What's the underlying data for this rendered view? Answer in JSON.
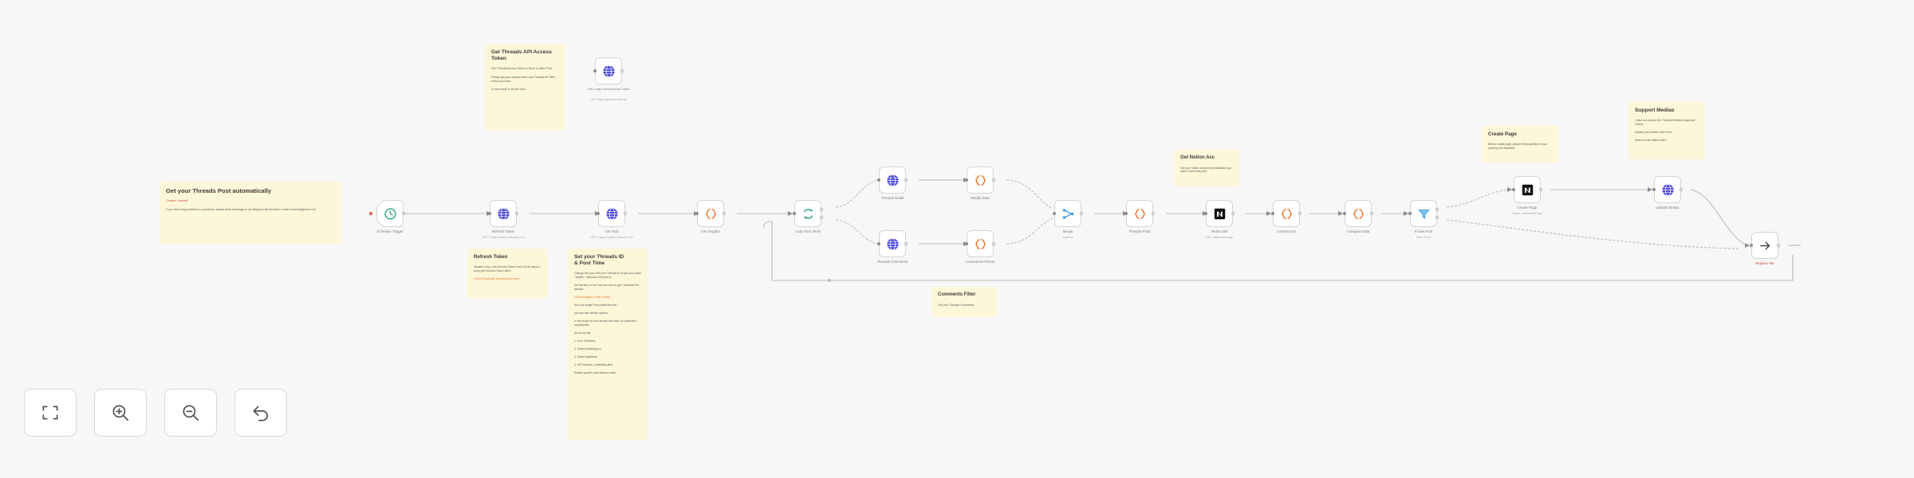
{
  "app": {
    "name": "n8n Workflow Canvas",
    "background_color": "#f7f7f7",
    "sticky_color": "#fdf6d8",
    "accent_orange": "#e8732a"
  },
  "sticky_notes": [
    {
      "id": "threads-api-token",
      "title": "Get Threads API\nAccess Token",
      "paragraphs": [
        "Get Threads Access Token to Read or Write Post",
        "Please get your access token and Threads API field before you start.",
        "It only needs to be set once."
      ]
    },
    {
      "id": "get-threads-post-auto",
      "title": "Get your Threads Post automatically",
      "paragraphs": [
        "Creator: Honorwi",
        "If you have any problems or questions, please send message to my telegram @Honorwi or email honorwi@gmail.com"
      ]
    },
    {
      "id": "refresh-token",
      "title": "Refresh Token",
      "paragraphs": [
        "Update Long Lived Access Token every 50-60 days to keep your Access Token alive.",
        "Check Facebook Threads Docs here"
      ]
    },
    {
      "id": "threads-id-post-time",
      "title": "Set your Threads ID\n& Post Time",
      "paragraphs": [
        "Change this your with your Threads ID to get your posts / replies / mentions / threads id.",
        "Set the time of the Post you want to get / schedule the window.",
        "Check Insights & Post Format",
        "Set your single Post profile like this /",
        "you can also set the options",
        "or the scope for post format, like data / or published / unpublished.",
        "All set up call",
        "1. User Publishes",
        "2. Select publishing on",
        "3. Select synthesis",
        "4. GET/threads / publishing limit",
        "Enable specific post data you want"
      ]
    },
    {
      "id": "comments-filter",
      "title": "Comments Filter",
      "paragraphs": [
        "Get your Threads Comments"
      ]
    },
    {
      "id": "get-notion-acc",
      "title": "Get Notion Acc",
      "paragraphs": [
        "Get your notion account and database you want to send this post"
      ]
    },
    {
      "id": "create-page",
      "title": "Create Page",
      "paragraphs": [
        "Before create page, please first properties of your publicly your Datasets"
      ]
    },
    {
      "id": "support-medias",
      "title": "Support Medias",
      "paragraphs": [
        "It also can acquire the Threads Medias Image and Videos.",
        "Update your Notion Have Post.",
        "Search a has called Video."
      ]
    }
  ],
  "nodes": [
    {
      "id": "schedule-trigger",
      "label": "Schedule Trigger",
      "sub": "",
      "icon": "clock-icon",
      "shape": "trigger",
      "color": "#2ea87e",
      "flag": true
    },
    {
      "id": "refresh-token-node",
      "label": "Refresh Token",
      "sub": "GET: https://graph.threads.net",
      "icon": "globe-icon",
      "shape": "node",
      "color": "#4b48d6"
    },
    {
      "id": "get-post",
      "label": "Get Post",
      "sub": "GET: https://graph.threads.net",
      "icon": "globe-icon",
      "shape": "node",
      "color": "#4b48d6"
    },
    {
      "id": "get-insights",
      "label": "Get Insights",
      "sub": "",
      "icon": "code-icon",
      "shape": "node",
      "color": "#e8732a"
    },
    {
      "id": "loop-over-items",
      "label": "Loop Over Items",
      "sub": "",
      "icon": "loop-icon",
      "shape": "node",
      "color": "#2ea87e"
    },
    {
      "id": "threads-detail",
      "label": "Threads Detail",
      "sub": "",
      "icon": "globe-icon",
      "shape": "node",
      "color": "#4b48d6"
    },
    {
      "id": "modify-data",
      "label": "Modify Data",
      "sub": "",
      "icon": "code-icon",
      "shape": "node",
      "color": "#e8732a"
    },
    {
      "id": "threads-comments",
      "label": "Threads Comments",
      "sub": "",
      "icon": "globe-icon",
      "shape": "node",
      "color": "#4b48d6"
    },
    {
      "id": "comments-format",
      "label": "Comments Format",
      "sub": "",
      "icon": "code-icon",
      "shape": "node",
      "color": "#e8732a"
    },
    {
      "id": "merge",
      "label": "Merge",
      "sub": "Append",
      "icon": "merge-icon",
      "shape": "node",
      "color": "#3f9ae0"
    },
    {
      "id": "threads-final",
      "label": "Threads Final",
      "sub": "",
      "icon": "code-icon",
      "shape": "node",
      "color": "#e8732a"
    },
    {
      "id": "notion-db",
      "label": "Notion DB",
      "sub": "Get: databasePage",
      "icon": "notion-icon",
      "shape": "node",
      "color": "#111111"
    },
    {
      "id": "content-list",
      "label": "Content List",
      "sub": "",
      "icon": "code-icon",
      "shape": "node",
      "color": "#e8732a"
    },
    {
      "id": "compare-data",
      "label": "Compare Data",
      "sub": "",
      "icon": "code-icon",
      "shape": "node",
      "color": "#e8732a"
    },
    {
      "id": "if-new-post",
      "label": "If New Post",
      "sub": "Filter Post",
      "icon": "filter-icon",
      "shape": "node",
      "color": "#3f9ae0"
    },
    {
      "id": "create-page-node",
      "label": "Create Page",
      "sub": "create: databasePage",
      "icon": "notion-icon",
      "shape": "node",
      "color": "#111111"
    },
    {
      "id": "upload-medias",
      "label": "Upload Medias",
      "sub": "",
      "icon": "globe-icon",
      "shape": "node",
      "color": "#4b48d6"
    },
    {
      "id": "replace-me",
      "label": "Replace Me",
      "sub": "",
      "icon": "arrow-right-icon",
      "shape": "node",
      "color": "#555555"
    },
    {
      "id": "get-long-lived-token",
      "label": "Get Long Lived Access Token",
      "sub": "GET: https://graph.threads.net",
      "icon": "globe-icon",
      "shape": "node",
      "color": "#4b48d6"
    }
  ],
  "toolbar": {
    "buttons": [
      {
        "id": "zoom-to-fit",
        "icon": "zoom-to-fit-icon",
        "label": "Zoom to fit"
      },
      {
        "id": "zoom-in",
        "icon": "zoom-in-icon",
        "label": "Zoom in"
      },
      {
        "id": "zoom-out",
        "icon": "zoom-out-icon",
        "label": "Zoom out"
      },
      {
        "id": "reset-zoom",
        "icon": "undo-icon",
        "label": "Reset zoom"
      }
    ]
  }
}
